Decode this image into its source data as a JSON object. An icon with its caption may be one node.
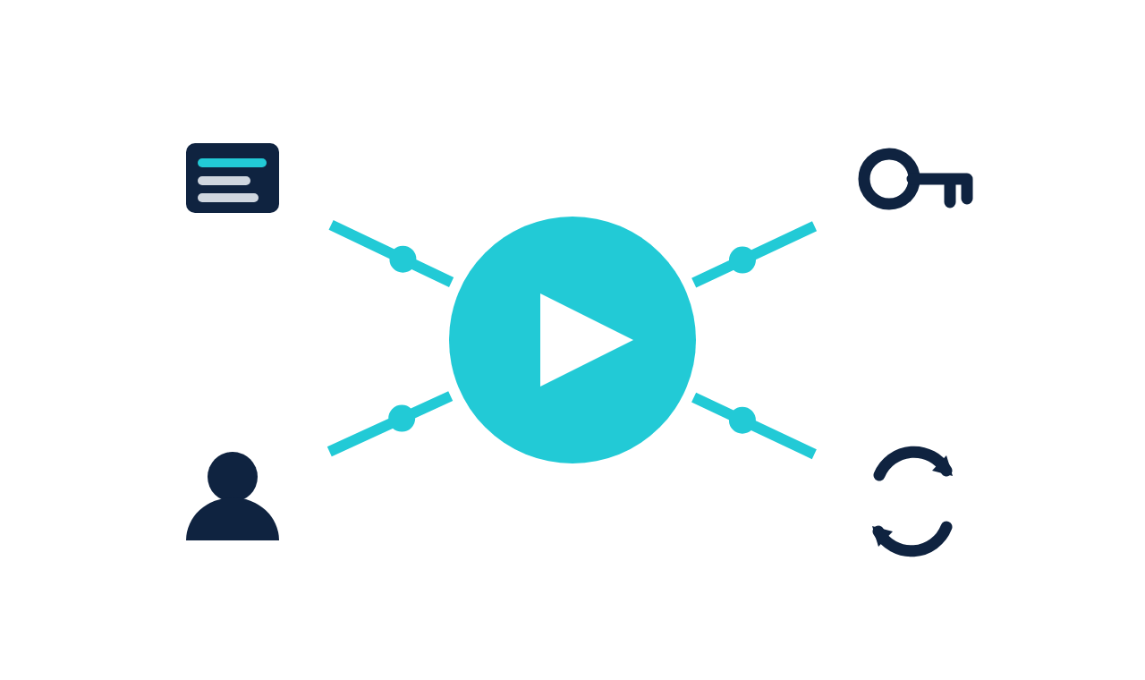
{
  "diagram": {
    "nodes": [
      {
        "text": [],
        "shape": "picture"
      },
      {
        "text": [],
        "shape": "picture"
      },
      {
        "text": [],
        "shape": "circle"
      },
      {
        "text": [],
        "shape": "picture"
      },
      {
        "text": [],
        "shape": "picture"
      }
    ],
    "edges": [
      {
        "from": 2,
        "to": 0,
        "arrow": "none"
      },
      {
        "from": 2,
        "to": 1,
        "arrow": "none"
      },
      {
        "from": 2,
        "to": 3,
        "arrow": "none"
      },
      {
        "from": 2,
        "to": 4,
        "arrow": "none"
      }
    ]
  }
}
